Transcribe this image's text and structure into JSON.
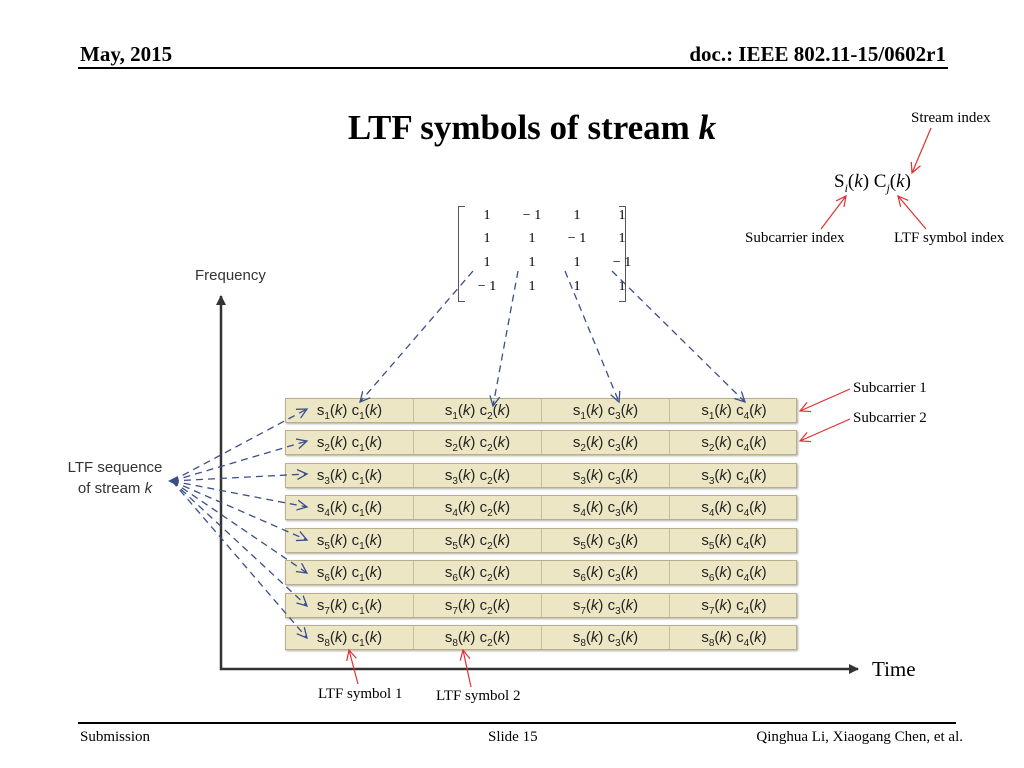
{
  "header": {
    "date": "May, 2015",
    "doc": "doc.: IEEE 802.11-15/0602r1"
  },
  "title": {
    "text": "LTF symbols of stream ",
    "k": "k"
  },
  "formula": {
    "S": "S",
    "i": "i",
    "k1": "k",
    "C": "C",
    "j": "j",
    "k2": "k"
  },
  "notes": {
    "stream_index": "Stream index",
    "subcarrier_index": "Subcarrier index",
    "ltf_symbol_index": "LTF symbol index",
    "subcarrier_1": "Subcarrier 1",
    "subcarrier_2": "Subcarrier 2",
    "ltf_symbol_1": "LTF symbol 1",
    "ltf_symbol_2": "LTF symbol 2"
  },
  "diagram": {
    "frequency_label": "Frequency",
    "time_label": "Time",
    "ltf_sequence_line1": "LTF sequence",
    "ltf_sequence_line2": "of stream ",
    "ltf_sequence_k": "k",
    "matrix": [
      [
        "1",
        "− 1",
        "1",
        "1"
      ],
      [
        "1",
        "1",
        "− 1",
        "1"
      ],
      [
        "1",
        "1",
        "1",
        "− 1"
      ],
      [
        "− 1",
        "1",
        "1",
        "1"
      ]
    ],
    "grid": {
      "rows": [
        [
          [
            "1",
            "1"
          ],
          [
            "1",
            "2"
          ],
          [
            "1",
            "3"
          ],
          [
            "1",
            "4"
          ]
        ],
        [
          [
            "2",
            "1"
          ],
          [
            "2",
            "2"
          ],
          [
            "2",
            "3"
          ],
          [
            "2",
            "4"
          ]
        ],
        [
          [
            "3",
            "1"
          ],
          [
            "3",
            "2"
          ],
          [
            "3",
            "3"
          ],
          [
            "3",
            "4"
          ]
        ],
        [
          [
            "4",
            "1"
          ],
          [
            "4",
            "2"
          ],
          [
            "4",
            "3"
          ],
          [
            "4",
            "4"
          ]
        ],
        [
          [
            "5",
            "1"
          ],
          [
            "5",
            "2"
          ],
          [
            "5",
            "3"
          ],
          [
            "5",
            "4"
          ]
        ],
        [
          [
            "6",
            "1"
          ],
          [
            "6",
            "2"
          ],
          [
            "6",
            "3"
          ],
          [
            "6",
            "4"
          ]
        ],
        [
          [
            "7",
            "1"
          ],
          [
            "7",
            "2"
          ],
          [
            "7",
            "3"
          ],
          [
            "7",
            "4"
          ]
        ],
        [
          [
            "8",
            "1"
          ],
          [
            "8",
            "2"
          ],
          [
            "8",
            "3"
          ],
          [
            "8",
            "4"
          ]
        ]
      ]
    }
  },
  "footer": {
    "left": "Submission",
    "center": "Slide 15",
    "right": "Qinghua Li, Xiaogang Chen, et al."
  }
}
